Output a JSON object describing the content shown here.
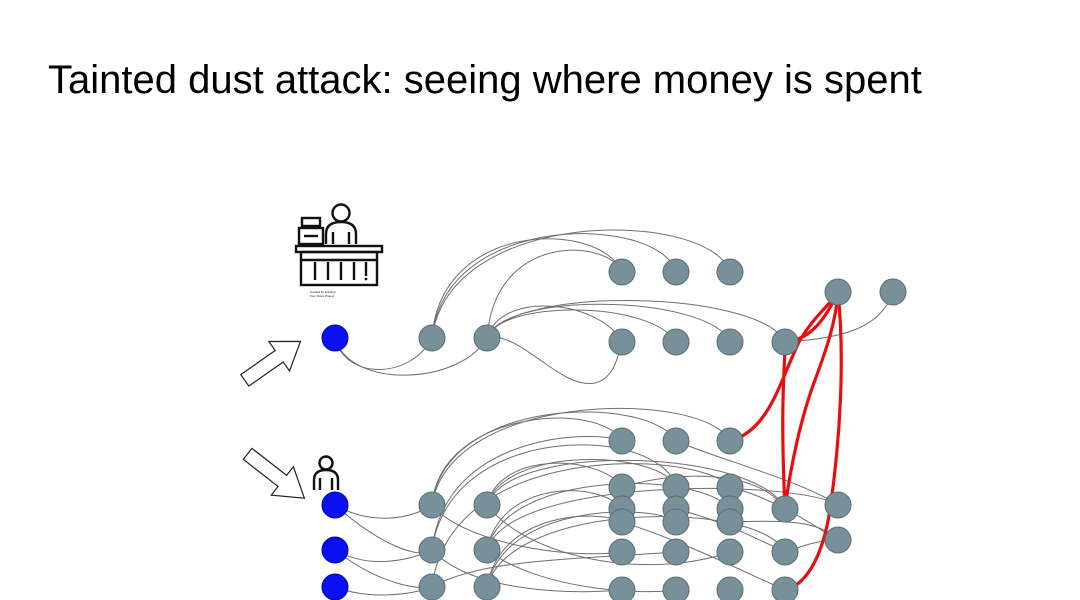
{
  "slide": {
    "title": "Tainted dust attack: seeing where money is spent"
  },
  "merchant_icon": {
    "icon": "merchant-counter-icon",
    "caption_line1": "created by Eucalyp",
    "caption_line2": "from Noun Project"
  },
  "user_icon": {
    "icon": "person-icon"
  },
  "colors": {
    "dust_node": "#0a10f0",
    "node": "#78909a",
    "edge": "#6e6e6e",
    "tainted_edge": "#e80e0e"
  }
}
